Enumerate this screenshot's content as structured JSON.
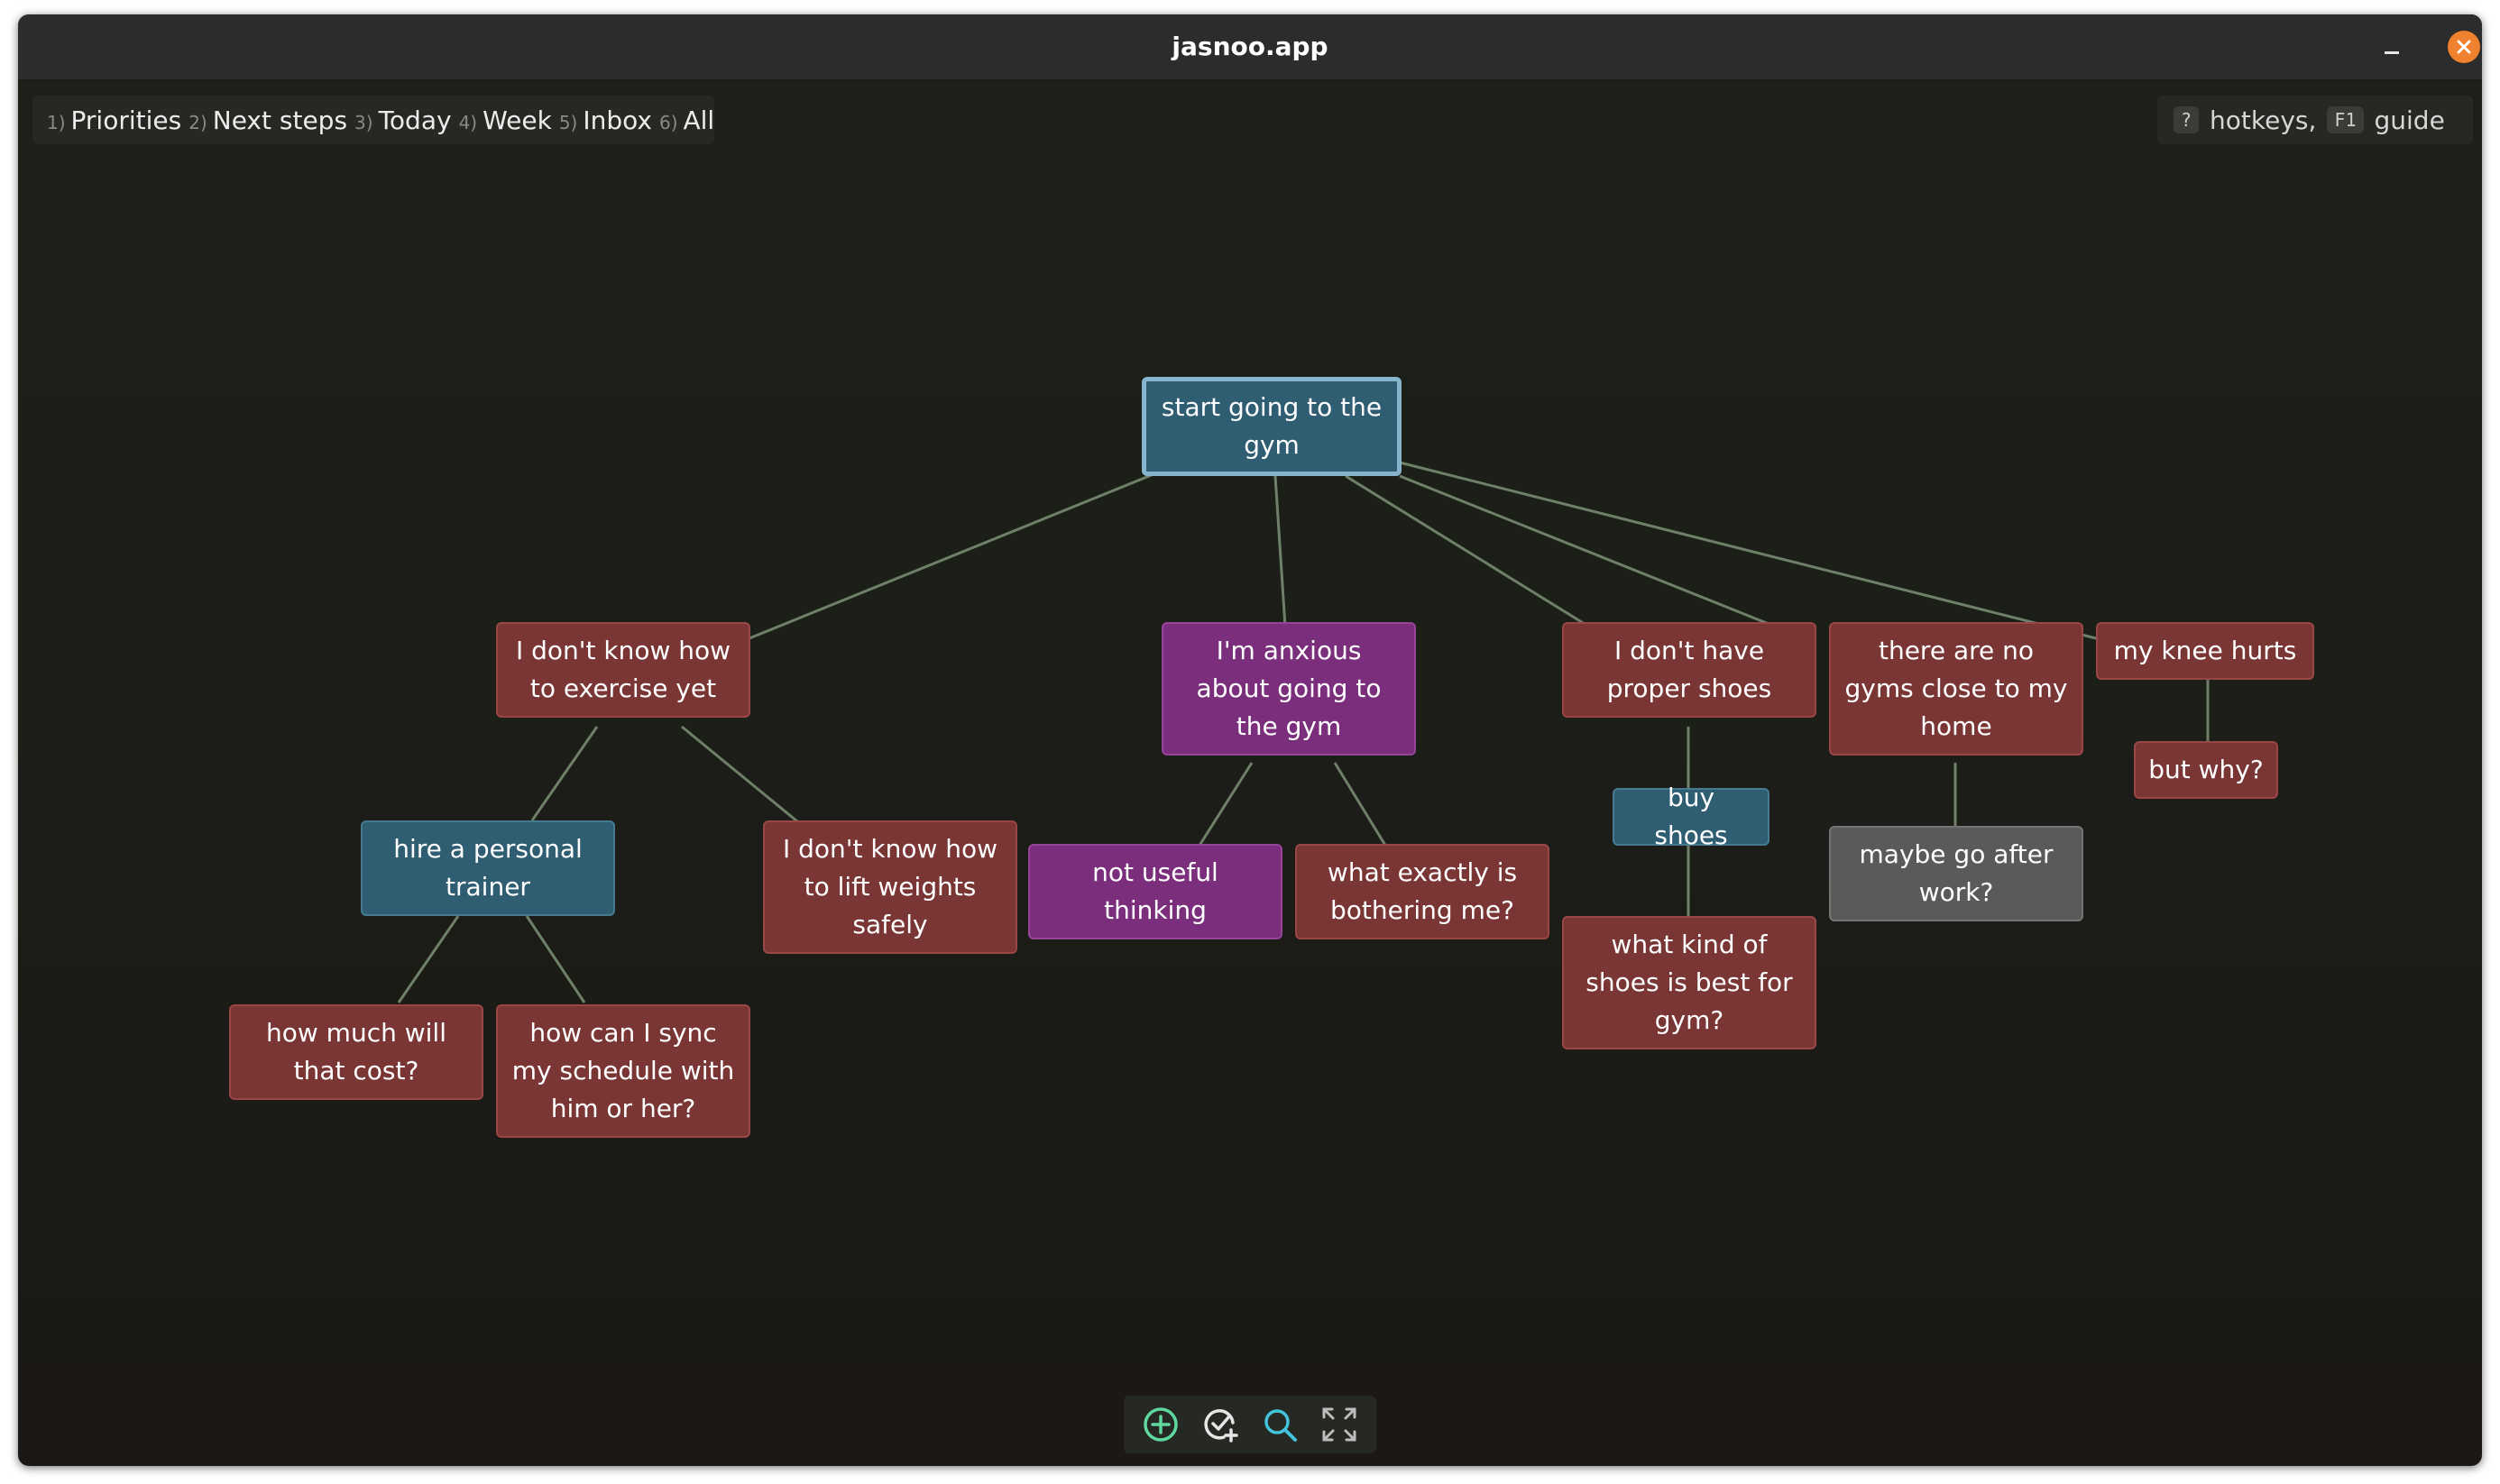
{
  "window": {
    "title": "jasnoo.app"
  },
  "views": [
    {
      "num": "1)",
      "label": "Priorities"
    },
    {
      "num": "2)",
      "label": "Next steps"
    },
    {
      "num": "3)",
      "label": "Today"
    },
    {
      "num": "4)",
      "label": "Week"
    },
    {
      "num": "5)",
      "label": "Inbox"
    },
    {
      "num": "6)",
      "label": "All"
    }
  ],
  "help": {
    "key1": "?",
    "text1": "hotkeys,",
    "key2": "F1",
    "text2": "guide"
  },
  "nodes": {
    "root": "start going to the gym",
    "exercise": "I don't know how to exercise yet",
    "anxious": "I'm anxious about going to the gym",
    "shoes": "I don't have proper shoes",
    "gyms": "there are no gyms close to my home",
    "knee": "my knee hurts",
    "trainer": "hire a personal trainer",
    "weights": "I don't know how to lift weights safely",
    "not_useful": "not useful thinking",
    "bothering": "what exactly is bothering me?",
    "buy_shoes": "buy shoes",
    "after_work": "maybe go after work?",
    "why": "but why?",
    "cost": "how much will that cost?",
    "sync": "how can I sync my schedule with him or her?",
    "shoe_kind": "what kind of shoes is best for gym?"
  },
  "toolbar": {
    "icons": [
      "add-circle-icon",
      "add-check-icon",
      "search-icon",
      "fullscreen-icon"
    ]
  },
  "colors": {
    "red": "#7a3535",
    "purple": "#7a2e7c",
    "blue": "#2f5d72",
    "gray": "#5a5a5a",
    "edge": "#6f8068",
    "accent_green": "#5fd8a0",
    "accent_cyan": "#43c4dc",
    "close": "#f0812e"
  }
}
